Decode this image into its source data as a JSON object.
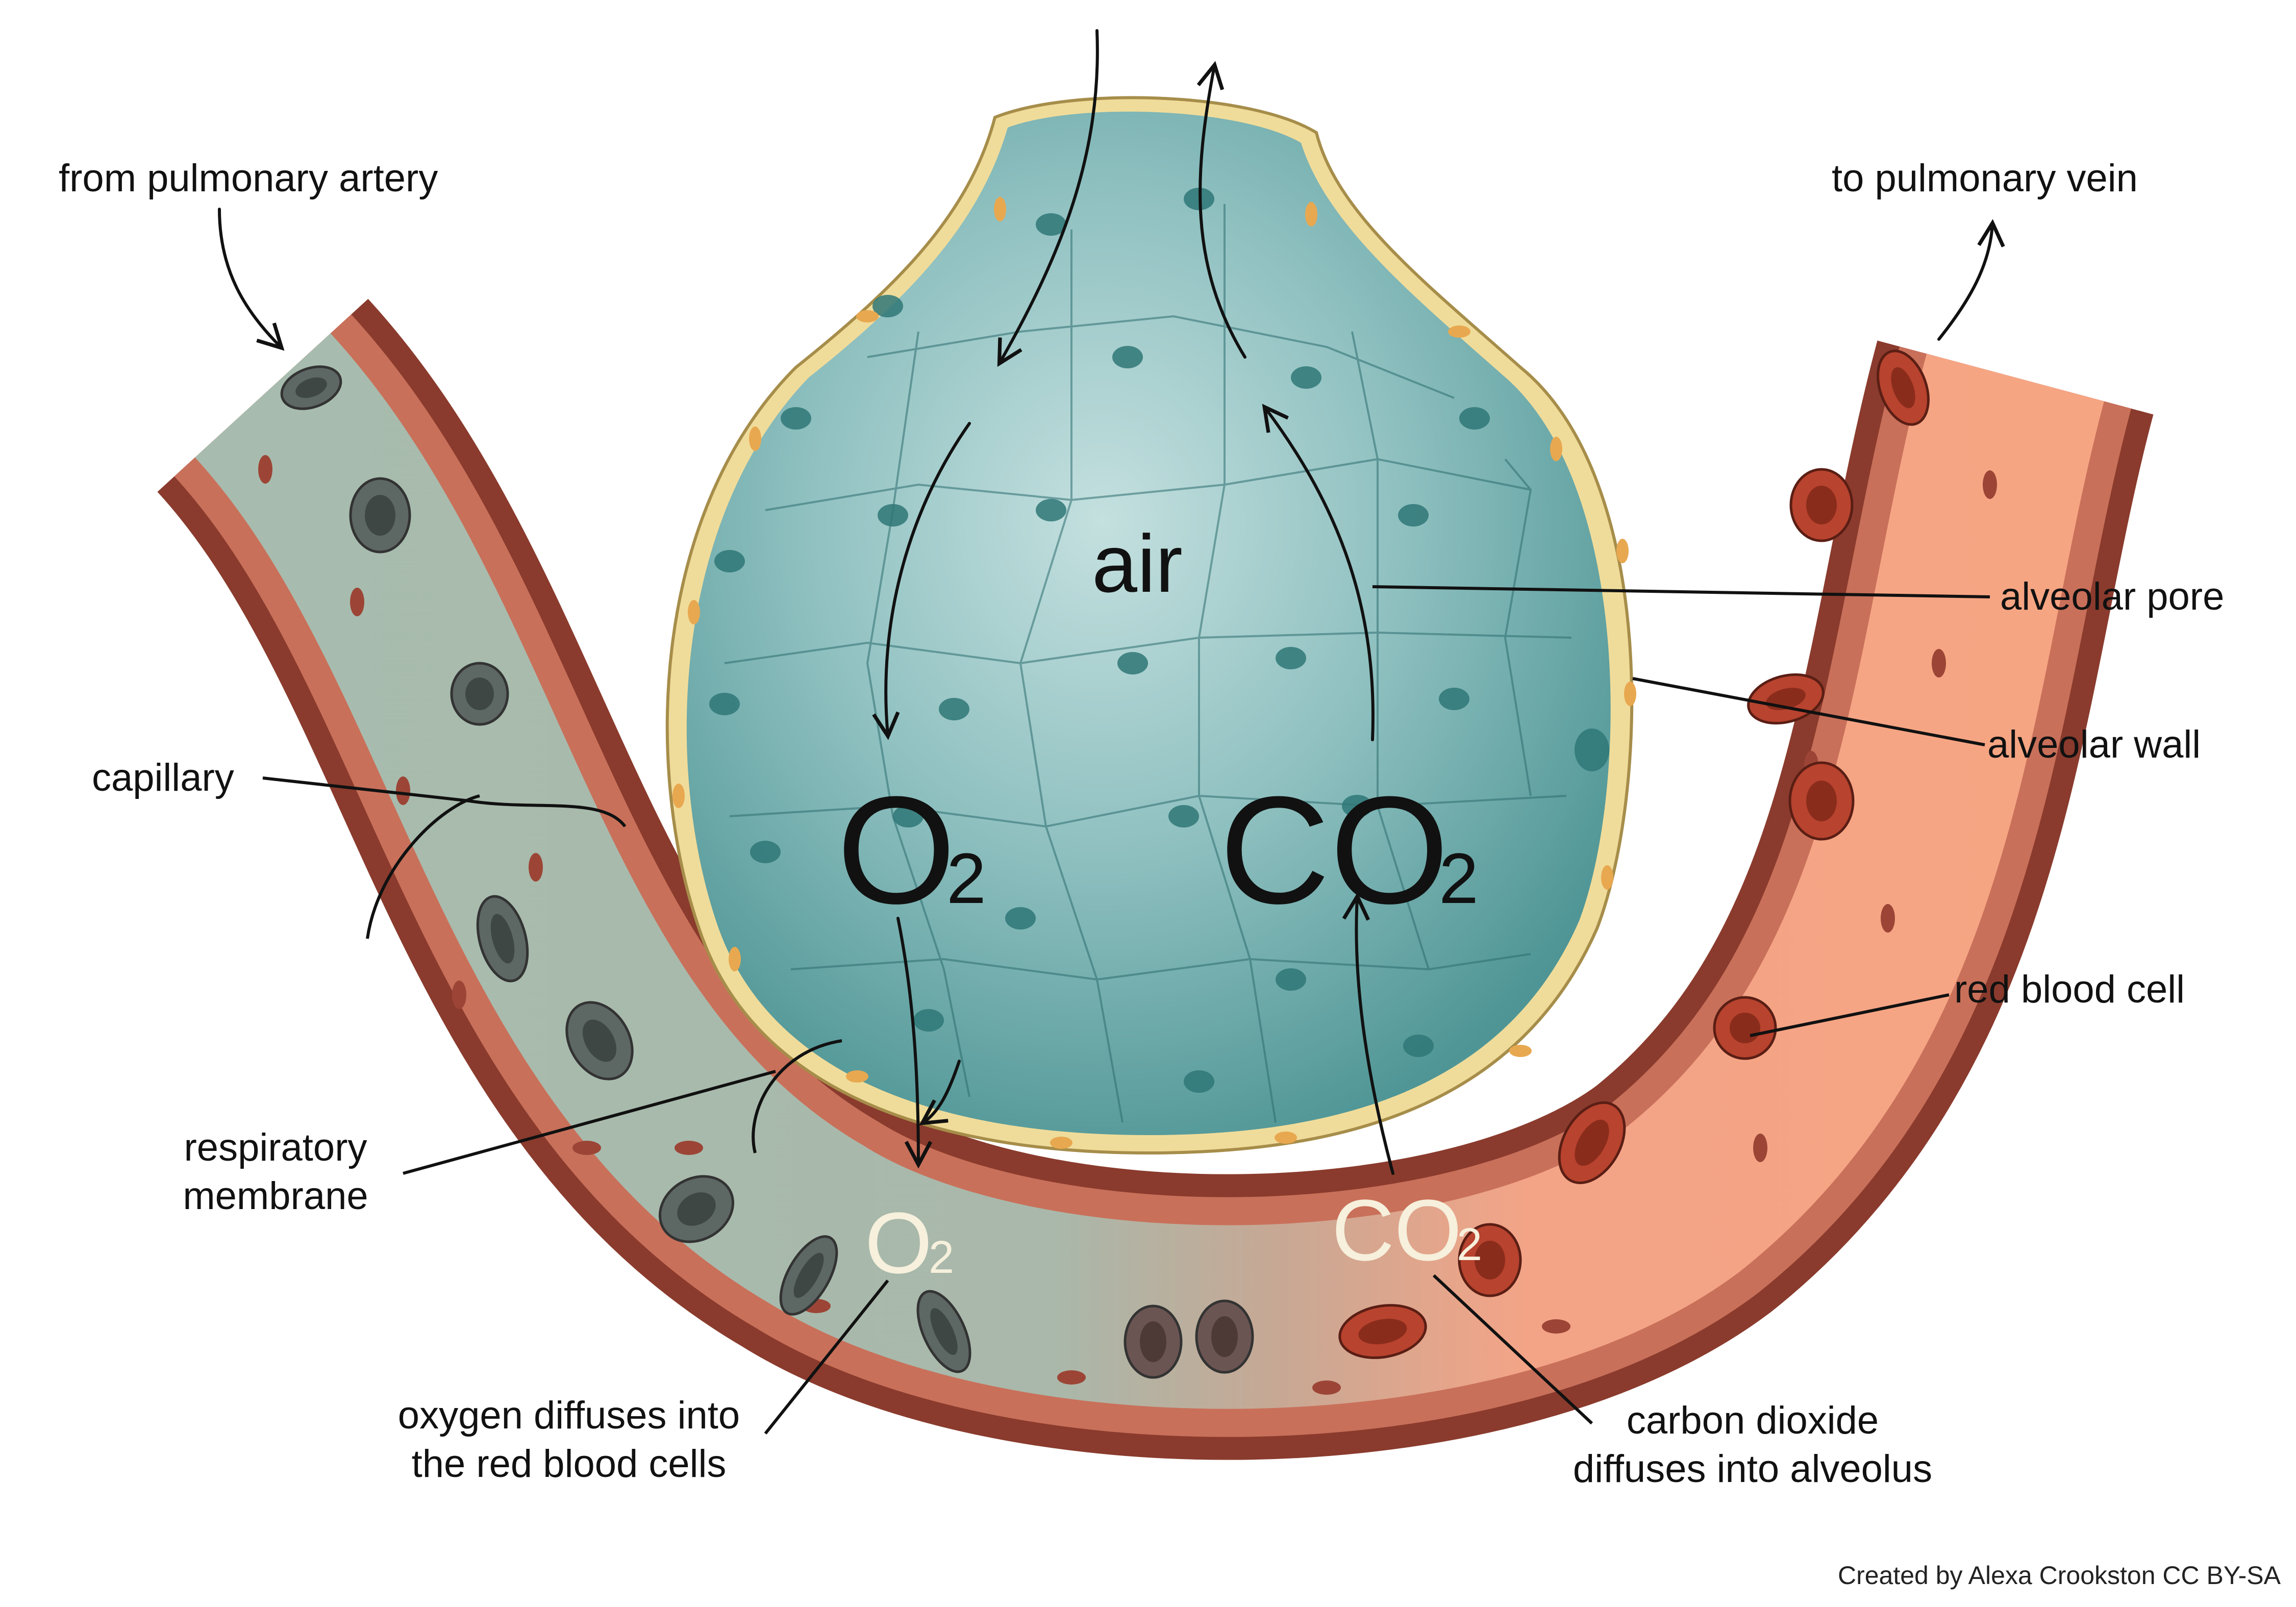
{
  "labels": {
    "artery": "from pulmonary artery",
    "vein": "to pulmonary vein",
    "capillary": "capillary",
    "alveolar_pore": "alveolar pore",
    "alveolar_wall": "alveolar wall",
    "red_blood_cell": "red blood cell",
    "membrane_line1": "respiratory",
    "membrane_line2": "membrane",
    "oxygen_line1": "oxygen diffuses into",
    "oxygen_line2": "the red blood cells",
    "co2_line1": "carbon dioxide",
    "co2_line2": "diffuses into alveolus"
  },
  "gas": {
    "air": "air",
    "o2_base": "O",
    "co2_base": "CO",
    "sub": "2"
  },
  "credit": "Created by Alexa Crookston CC BY-SA",
  "colors": {
    "vessel_outer_wall": "#8a3b2d",
    "vessel_inner_wall": "#c9705a",
    "deoxygenated_blood": "#9fb7a8",
    "oxygenated_blood": "#f4a383",
    "alveolus_fill": "#7fb3b3",
    "alveolar_wall_cells": "#f0dc9a",
    "rbc_deoxygenated": "#5d6763",
    "rbc_oxygenated": "#b8432e"
  }
}
